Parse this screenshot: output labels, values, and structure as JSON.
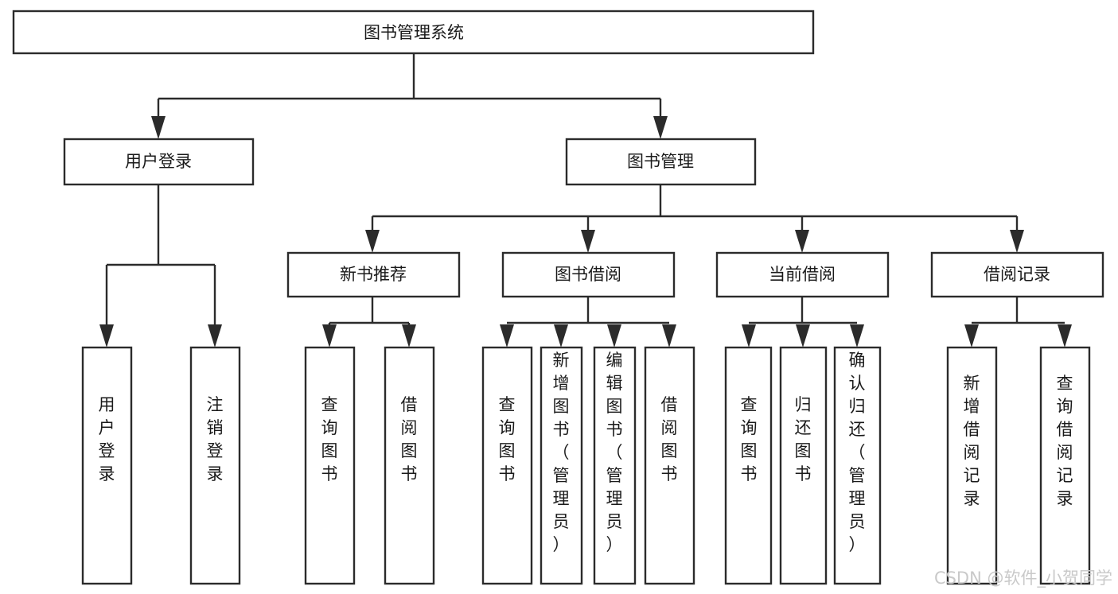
{
  "diagram": {
    "title": "图书管理系统",
    "type": "tree-hierarchy",
    "orientation": "top-down",
    "colors": {
      "box_fill": "#ffffff",
      "box_stroke": "#2b2b2b",
      "text": "#1a1a1a",
      "background": "#ffffff",
      "watermark": "#c9c9c9"
    },
    "root": {
      "label": "图书管理系统"
    },
    "level2": [
      {
        "label": "用户登录"
      },
      {
        "label": "图书管理"
      }
    ],
    "level3": [
      {
        "label": "新书推荐"
      },
      {
        "label": "图书借阅"
      },
      {
        "label": "当前借阅"
      },
      {
        "label": "借阅记录"
      }
    ],
    "leaves": {
      "user_login": [
        {
          "label": "用户登录"
        },
        {
          "label": "注销登录"
        }
      ],
      "new_book_recommend": [
        {
          "label": "查询图书"
        },
        {
          "label": "借阅图书"
        }
      ],
      "book_borrow": [
        {
          "label": "查询图书"
        },
        {
          "label": "新增图书（管理员）"
        },
        {
          "label": "编辑图书（管理员）"
        },
        {
          "label": "借阅图书"
        }
      ],
      "current_borrow": [
        {
          "label": "查询图书"
        },
        {
          "label": "归还图书"
        },
        {
          "label": "确认归还（管理员）"
        }
      ],
      "borrow_record": [
        {
          "label": "新增借阅记录"
        },
        {
          "label": "查询借阅记录"
        }
      ]
    },
    "watermark": {
      "text": "CSDN @软件_小贺同学"
    }
  }
}
